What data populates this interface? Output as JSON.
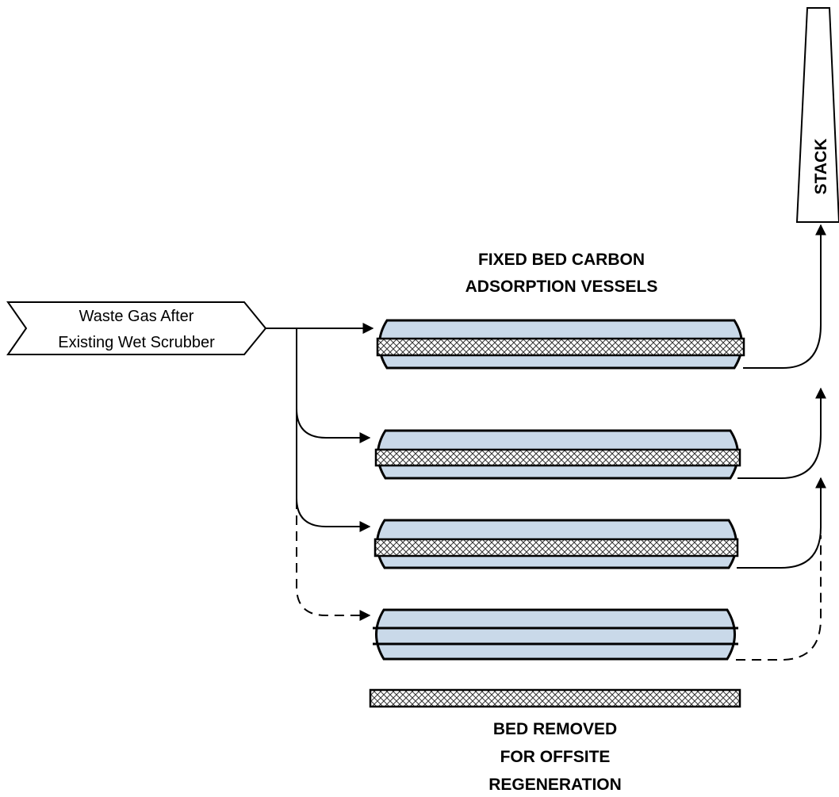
{
  "inlet": {
    "line1": "Waste Gas After",
    "line2": "Existing Wet Scrubber"
  },
  "stack": {
    "label": "STACK"
  },
  "vessels_title": {
    "line1": "FIXED BED CARBON",
    "line2": "ADSORPTION VESSELS"
  },
  "removed_bed": {
    "line1": "BED REMOVED",
    "line2": "FOR OFFSITE",
    "line3": "REGENERATION"
  },
  "colors": {
    "vessel_fill": "#c9d9e9",
    "line": "#000000",
    "background": "#ffffff"
  }
}
